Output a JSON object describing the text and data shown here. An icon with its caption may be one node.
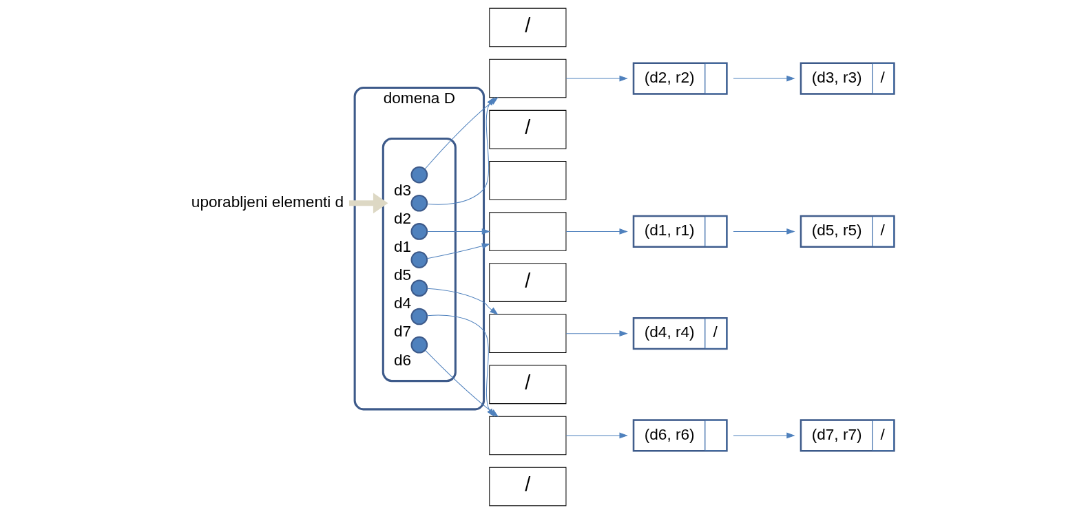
{
  "diagram": {
    "nodes": [
      {
        "text": [
          "domena D"
        ]
      },
      {
        "text": [],
        "shape": "ellipse",
        "in": 0
      },
      {
        "text": [],
        "shape": "circle",
        "beside": [
          "d2"
        ],
        "in": 1
      },
      {
        "text": [],
        "shape": "circle",
        "beside": [
          "d3"
        ],
        "in": 1
      },
      {
        "text": [],
        "shape": "circle",
        "beside": [
          "d5"
        ],
        "in": 1
      },
      {
        "text": [],
        "shape": "circle",
        "beside": [
          "d1"
        ],
        "in": 1
      },
      {
        "text": [],
        "shape": "circle",
        "beside": [
          "d7"
        ],
        "in": 1
      },
      {
        "text": [],
        "shape": "circle",
        "beside": [
          "d4"
        ],
        "in": 1
      },
      {
        "text": [],
        "shape": "circle",
        "beside": [
          "d6"
        ],
        "in": 1
      },
      {
        "text": [
          "uporabljeni elementi d"
        ]
      },
      {
        "text": [
          "/"
        ]
      },
      {
        "text": [],
        "shape": "box"
      },
      {
        "text": [
          "/"
        ]
      },
      {
        "text": [],
        "shape": "box"
      },
      {
        "text": [],
        "shape": "box"
      },
      {
        "text": [
          "/"
        ]
      },
      {
        "text": [],
        "shape": "box"
      },
      {
        "text": [
          "/"
        ]
      },
      {
        "text": [],
        "shape": "box"
      },
      {
        "text": [
          "/"
        ]
      },
      {
        "text": [
          "(d2, r2)"
        ]
      },
      {
        "text": [
          "(d3, r3)",
          "/"
        ]
      },
      {
        "text": [
          "(d1, r1)"
        ]
      },
      {
        "text": [
          "(d5, r5)",
          "/"
        ]
      },
      {
        "text": [
          "(d4, r4)",
          "/"
        ]
      },
      {
        "text": [
          "(d6, r6)"
        ]
      },
      {
        "text": [
          "(d7, r7)",
          "/"
        ]
      }
    ],
    "edges": [
      {
        "from": 9,
        "to": 1,
        "arrow": "to",
        "style": "thick",
        "color": "#ddd8c4"
      },
      {
        "from": 2,
        "to": 11,
        "arrow": "to"
      },
      {
        "from": 3,
        "to": 11,
        "arrow": "to"
      },
      {
        "from": 4,
        "to": 14,
        "arrow": "to"
      },
      {
        "from": 5,
        "to": 14,
        "arrow": "to"
      },
      {
        "from": 7,
        "to": 16,
        "arrow": "to"
      },
      {
        "from": 6,
        "to": 18,
        "arrow": "to"
      },
      {
        "from": 8,
        "to": 18,
        "arrow": "to"
      },
      {
        "from": 11,
        "to": 20,
        "arrow": "to"
      },
      {
        "from": 20,
        "to": 21,
        "arrow": "to"
      },
      {
        "from": 14,
        "to": 22,
        "arrow": "to"
      },
      {
        "from": 22,
        "to": 23,
        "arrow": "to"
      },
      {
        "from": 16,
        "to": 24,
        "arrow": "to"
      },
      {
        "from": 18,
        "to": 25,
        "arrow": "to"
      },
      {
        "from": 25,
        "to": 26,
        "arrow": "to"
      }
    ]
  }
}
